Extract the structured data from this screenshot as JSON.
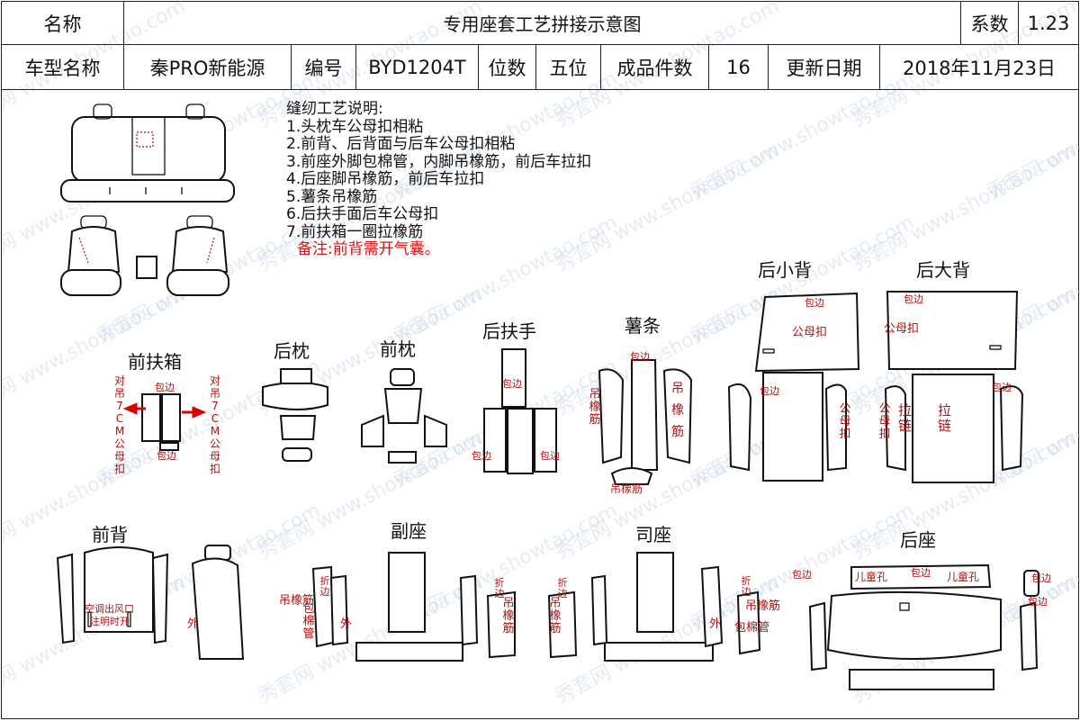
{
  "header": {
    "name_label": "名称",
    "title": "专用座套工艺拼接示意图",
    "coef_label": "系数",
    "coef_value": "1.23",
    "model_label": "车型名称",
    "model_value": "秦PRO新能源",
    "code_label": "编号",
    "code_value": "BYD1204T",
    "seats_label": "位数",
    "seats_value": "五位",
    "pieces_label": "成品件数",
    "pieces_value": "16",
    "date_label": "更新日期",
    "date_value": "2018年11月23日"
  },
  "notes": {
    "heading": "缝纫工艺说明:",
    "lines": [
      "1.头枕车公母扣相粘",
      "2.前背、后背面与后车公母扣相粘",
      "3.前座外脚包棉管，内脚吊橡筋，前后车拉扣",
      "4.后座脚吊橡筋，前后车拉扣",
      "5.薯条吊橡筋",
      "6.后扶手面后车公母扣",
      "7.前扶箱一圈拉橡筋"
    ],
    "remark": "备注:前背需开气囊。"
  },
  "sections": {
    "front_armbox": "前扶箱",
    "rear_pillow": "后枕",
    "front_pillow": "前枕",
    "rear_armrest": "后扶手",
    "fries": "薯条",
    "rear_small_back": "后小背",
    "rear_big_back": "后大背",
    "front_back": "前背",
    "passenger_seat": "副座",
    "driver_seat": "司座",
    "rear_seat": "后座"
  },
  "annotations": {
    "wrap_edge": "包边",
    "snap": "公母扣",
    "elastic": "吊橡筋",
    "fold_edge": "折边",
    "outer": "外",
    "cotton_tube": "包棉管",
    "pull": "拉链",
    "pull2": "拉链",
    "child_hole": "儿童孔",
    "ac_outlet": "空调出风口",
    "ac_note": "注明时开",
    "armbox_left": "对吊7CM公母扣",
    "armbox_right": "对吊7CM公母扣",
    "fold": "折"
  },
  "watermark": {
    "text_cn": "秀套网",
    "text_en": "www.showtao.com"
  }
}
